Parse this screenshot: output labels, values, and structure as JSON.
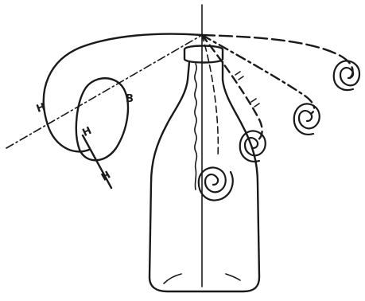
{
  "labels": {
    "h_outer": "H",
    "b_point": "B",
    "h_inner": "H",
    "h_stem": "H"
  }
}
